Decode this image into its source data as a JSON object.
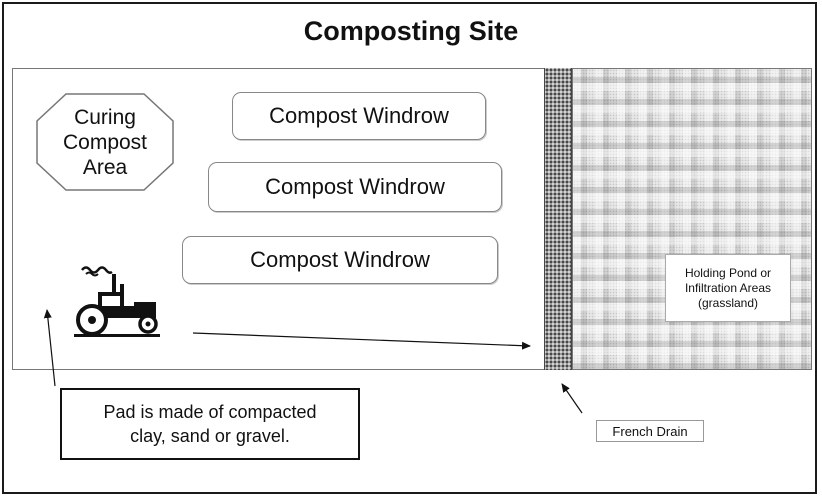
{
  "title": "Composting Site",
  "curing_area": {
    "label": "Curing\nCompost\nArea"
  },
  "windrows": [
    {
      "label": "Compost Windrow"
    },
    {
      "label": "Compost Windrow"
    },
    {
      "label": "Compost Windrow"
    }
  ],
  "holding_pond": {
    "label": "Holding Pond or\nInfiltration Areas\n(grassland)"
  },
  "pad_note": {
    "label": "Pad is made of compacted\nclay, sand or gravel."
  },
  "french_drain": {
    "label": "French Drain"
  },
  "icons": {
    "tractor": "tractor-icon"
  }
}
